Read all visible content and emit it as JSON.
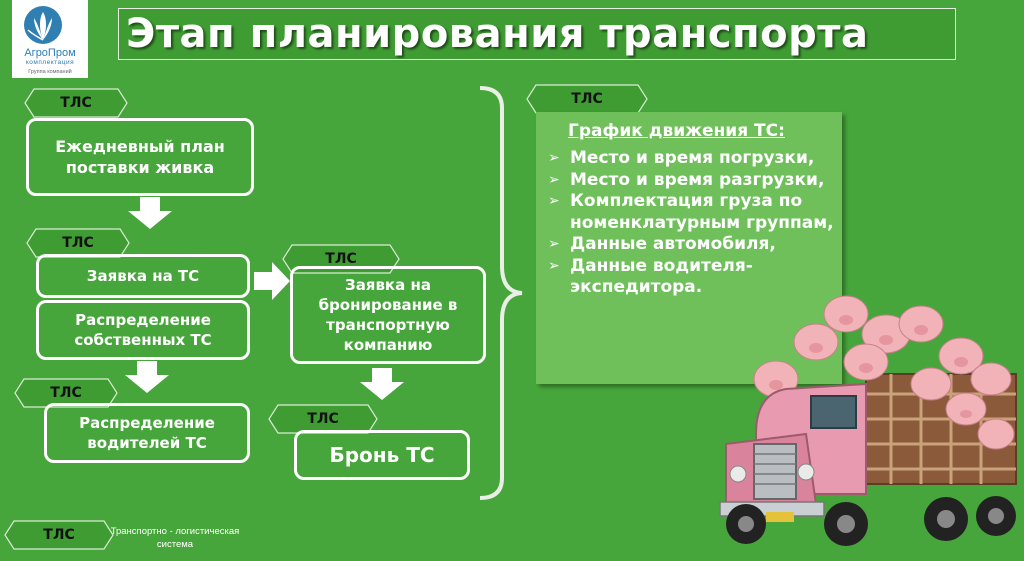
{
  "logo": {
    "name": "АгроПром",
    "subtitle": "комплектация",
    "group": "Группа компаний"
  },
  "title": "Этап планирования транспорта",
  "tags": {
    "tls": "ТЛС"
  },
  "flow": {
    "daily_plan": "Ежедневный план поставки живка",
    "vehicle_request": "Заявка на ТС",
    "own_vehicles": "Распределение собственных ТС",
    "drivers": "Распределение водителей ТС",
    "booking_request": "Заявка на бронирование в транспортную компанию",
    "booking": "Бронь ТС"
  },
  "schedule": {
    "title": "График движения ТС:",
    "items": [
      "Место и время погрузки,",
      "Место и время разгрузки,",
      "Комплектация груза по номенклатурным группам,",
      "Данные автомобиля,",
      "Данные водителя-экспедитора."
    ]
  },
  "footer": {
    "caption": "Транспортно - логистическая система"
  },
  "colors": {
    "background": "#47a63b",
    "title_bar": "#3f9c33",
    "tag_fill": "#3f9c33",
    "schedule_panel": "#6fc05a",
    "text": "#ffffff",
    "logo_blue": "#2f7fb2"
  },
  "icons": {
    "bullet": "chevron-bullet-icon",
    "arrow": "white-arrow-icon",
    "logo": "wheat-globe-icon",
    "illustration": "pig-truck-illustration"
  }
}
